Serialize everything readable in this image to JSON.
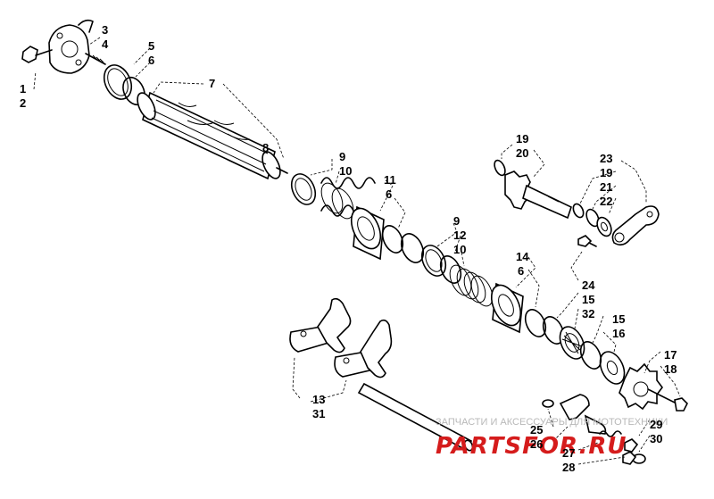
{
  "labels": {
    "n1": "1",
    "n2": "2",
    "n3": "3",
    "n4": "4",
    "n5": "5",
    "n6a": "6",
    "n7": "7",
    "n8": "8",
    "n9a": "9",
    "n10a": "10",
    "n11": "11",
    "n6b": "6",
    "n9b": "9",
    "n12": "12",
    "n10b": "10",
    "n14": "14",
    "n6c": "6",
    "n19a": "19",
    "n20": "20",
    "n23": "23",
    "n19b": "19",
    "n21": "21",
    "n22": "22",
    "n24": "24",
    "n15a": "15",
    "n32": "32",
    "n15b": "15",
    "n16": "16",
    "n17": "17",
    "n18": "18",
    "n13": "13",
    "n31": "31",
    "n25": "25",
    "n26": "26",
    "n27": "27",
    "n28": "28",
    "n29": "29",
    "n30": "30"
  },
  "watermark": {
    "text": "ЗАПЧАСТИ И АКСЕССУАРЫ ДЛЯ МОТОТЕХНИКИ",
    "brand": "PARTSFOR.RU"
  },
  "colors": {
    "brand": "#d51c1c",
    "ink": "#000000",
    "watermark": "#b8b8b8"
  }
}
